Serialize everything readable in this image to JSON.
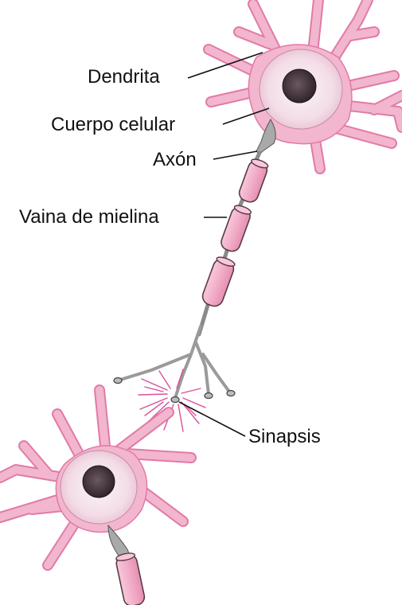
{
  "labels": {
    "dendrite": "Dendrita",
    "cell_body": "Cuerpo celular",
    "axon": "Axón",
    "myelin_sheath": "Vaina de mielina",
    "synapse": "Sinapsis"
  },
  "colors": {
    "dendrite_pink": "#f2b6cf",
    "dendrite_outline": "#e27aa6",
    "myelin_fill": "#f4b3cc",
    "myelin_outline": "#5a3a46",
    "soma_fill": "#f7e9ef",
    "nucleus": "#3a2a30",
    "axon_gray": "#a9a9a9",
    "synapse_spark": "#d9509a",
    "ink": "#1a1a1a"
  }
}
